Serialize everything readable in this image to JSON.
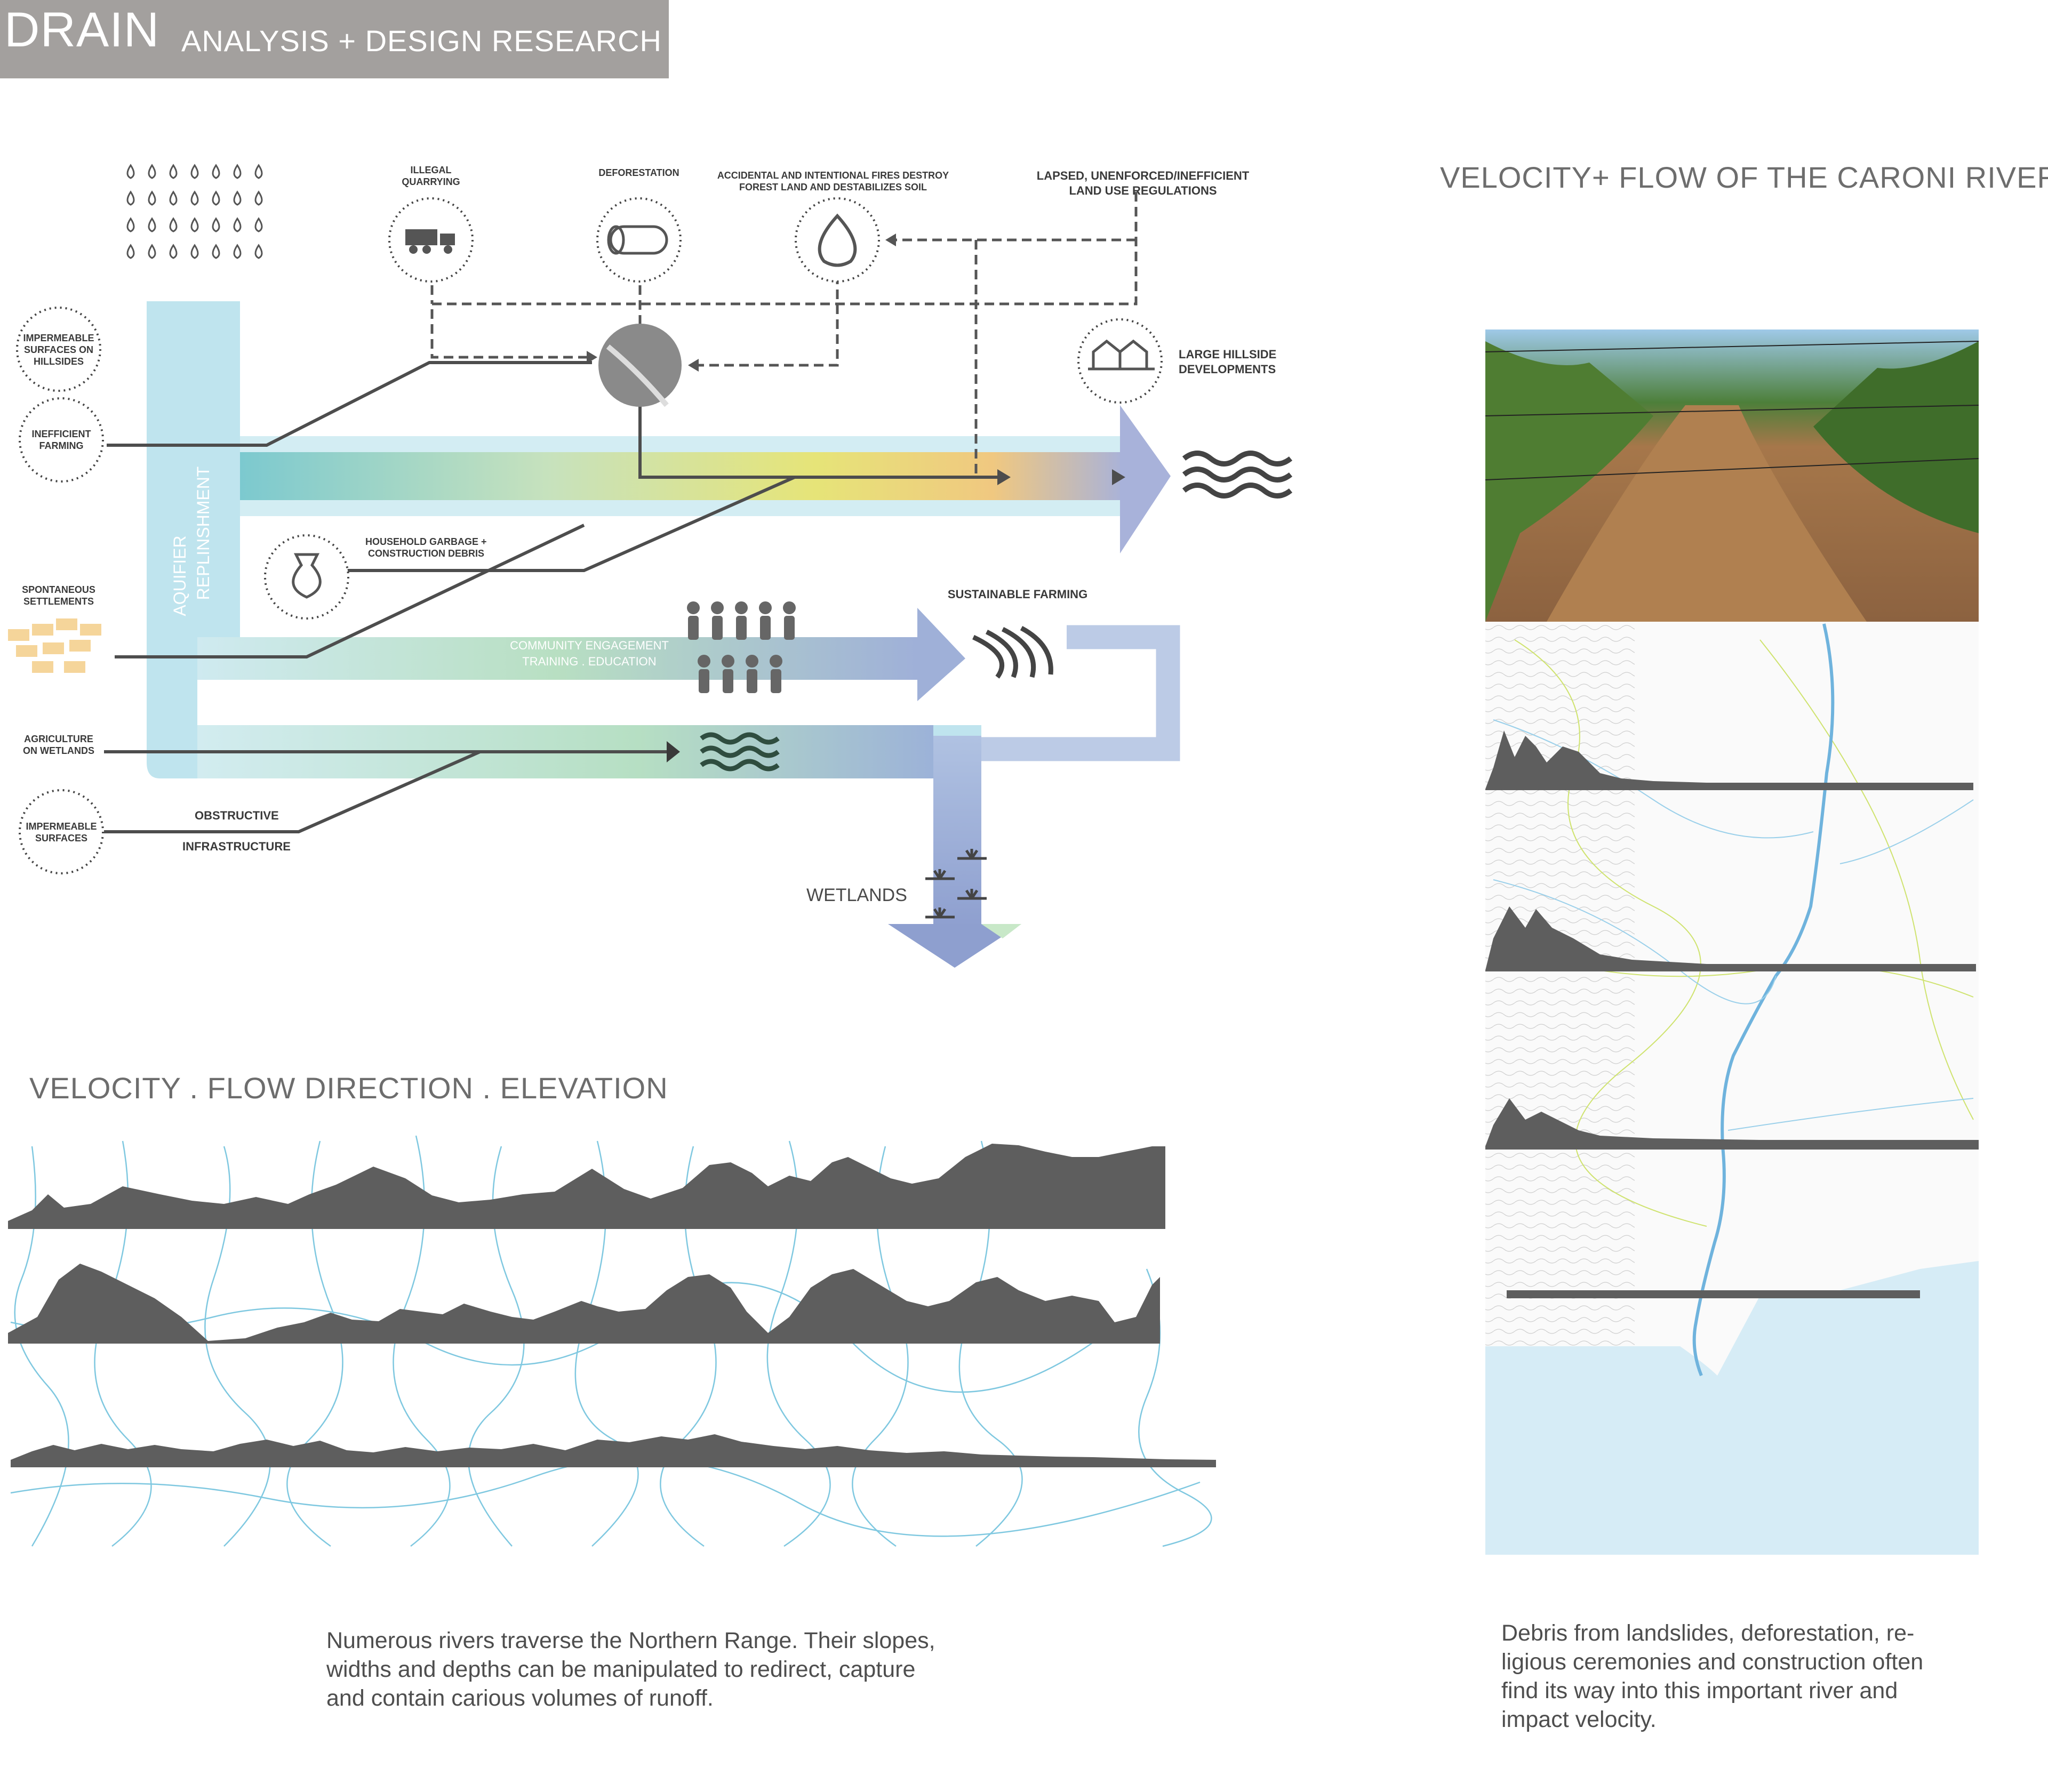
{
  "header": {
    "title": "DRAIN",
    "subtitle": "ANALYSIS + DESIGN RESEARCH"
  },
  "sections": {
    "velocity_title": "VELOCITY . FLOW DIRECTION . ELEVATION",
    "caroni_title": "VELOCITY+ FLOW OF THE CARONI RIVER"
  },
  "diagram": {
    "labels": {
      "illegal_quarrying": [
        "ILLEGAL",
        "QUARRYING"
      ],
      "deforestation": "DEFORESTATION",
      "fires": [
        "ACCIDENTAL AND INTENTIONAL FIRES DESTROY",
        "FOREST LAND AND DESTABILIZES SOIL"
      ],
      "regulations": [
        "LAPSED, UNENFORCED/INEFFICIENT",
        "LAND USE REGULATIONS"
      ],
      "impermeable_hillsides": [
        "IMPERMEABLE",
        "SURFACES ON",
        "HILLSIDES"
      ],
      "inefficient_farming": [
        "INEFFICIENT",
        "FARMING"
      ],
      "large_hillside": [
        "LARGE HILLSIDE",
        "DEVELOPMENTS"
      ],
      "aquifer": [
        "AQUIFIER",
        "REPLINSHMENT"
      ],
      "household_garbage": [
        "HOUSEHOLD GARBAGE +",
        "CONSTRUCTION DEBRIS"
      ],
      "spontaneous": [
        "SPONTANEOUS",
        "SETTLEMENTS"
      ],
      "sustainable_farming": "SUSTAINABLE FARMING",
      "community": [
        "COMMUNITY ENGAGEMENT",
        "TRAINING . EDUCATION"
      ],
      "agriculture_wetlands": [
        "AGRICULTURE",
        "ON WETLANDS"
      ],
      "impermeable_surfaces": [
        "IMPERMEABLE",
        "SURFACES"
      ],
      "obstructive": "OBSTRUCTIVE",
      "infrastructure": "INFRASTRUCTURE",
      "wetlands": "WETLANDS"
    }
  },
  "captions": {
    "left": [
      "Numerous rivers traverse the Northern Range. Their slopes,",
      "widths and depths can be manipulated to redirect, capture",
      "and contain carious volumes of runoff."
    ],
    "right": [
      "Debris from landslides, deforestation, re-",
      "ligious ceremonies and construction often",
      "find its way into this important river and",
      "impact velocity."
    ]
  },
  "colors": {
    "header_bg": "#a3a09e",
    "channel_blue": "#bfe4ee",
    "river_blue": "#7fc8e0",
    "profile_gray": "#5e5e5e",
    "sea": "#d6ecf6",
    "water": "#a6774a"
  },
  "icons": [
    "rain-drops-icon",
    "dump-truck-icon",
    "log-icon",
    "fire-icon",
    "landslide-icon",
    "houses-icon",
    "garbage-bag-icon",
    "people-icon",
    "field-icon",
    "waves-icon",
    "marsh-grass-icon"
  ]
}
